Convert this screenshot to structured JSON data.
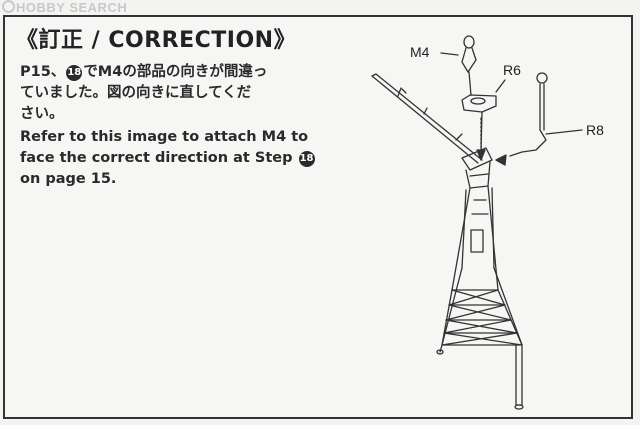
{
  "watermark": {
    "brand": "HOBBY SEARCH"
  },
  "title": "《訂正 / CORRECTION》",
  "japanese": {
    "line1_pre": "P15、",
    "step_badge": "18",
    "line1_post": "でM4の部品の向きが間違っ",
    "line2": "ていました。図の向きに直してくだ",
    "line3": "さい。"
  },
  "english": {
    "line1": "Refer to this image to attach M4 to",
    "line2_pre": "face the correct direction at Step",
    "step_badge": "18",
    "line3": "on page 15."
  },
  "parts": {
    "m4": "M4",
    "r6": "R6",
    "r8": "R8"
  }
}
